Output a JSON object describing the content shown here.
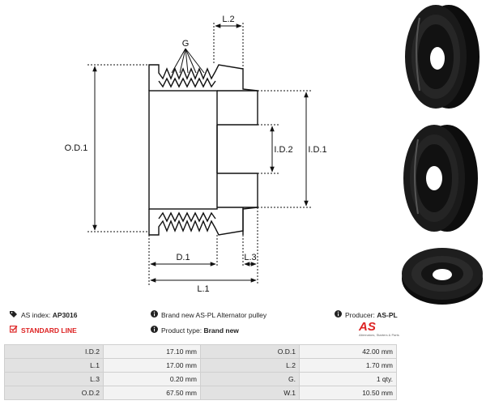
{
  "diagram": {
    "labels": {
      "l2": "L.2",
      "g": "G",
      "od1": "O.D.1",
      "id2": "I.D.2",
      "id1": "I.D.1",
      "d1": "D.1",
      "l3": "L.3",
      "l1": "L.1"
    }
  },
  "photos": [
    {
      "name": "pulley-photo-1"
    },
    {
      "name": "pulley-photo-2"
    },
    {
      "name": "pulley-photo-3"
    }
  ],
  "info": {
    "as_index_label": "AS index:",
    "as_index_value": "AP3016",
    "standard_line": "STANDARD LINE",
    "description": "Brand new AS-PL Alternator pulley",
    "product_type_label": "Product type:",
    "product_type_value": "Brand new",
    "producer_label": "Producer:",
    "producer_value": "AS-PL",
    "logo_mark": "AS",
    "logo_sub": "Alternators, Starters & Parts"
  },
  "specs": [
    [
      {
        "label": "I.D.2",
        "value": "17.10 mm"
      },
      {
        "label": "O.D.1",
        "value": "42.00 mm"
      }
    ],
    [
      {
        "label": "L.1",
        "value": "17.00 mm"
      },
      {
        "label": "L.2",
        "value": "1.70 mm"
      }
    ],
    [
      {
        "label": "L.3",
        "value": "0.20 mm"
      },
      {
        "label": "G.",
        "value": "1 qty."
      }
    ],
    [
      {
        "label": "O.D.2",
        "value": "67.50 mm"
      },
      {
        "label": "W.1",
        "value": "10.50 mm"
      }
    ]
  ],
  "colors": {
    "accent_red": "#d22222",
    "table_label_bg": "#e2e2e2",
    "table_value_bg": "#f3f3f3"
  }
}
